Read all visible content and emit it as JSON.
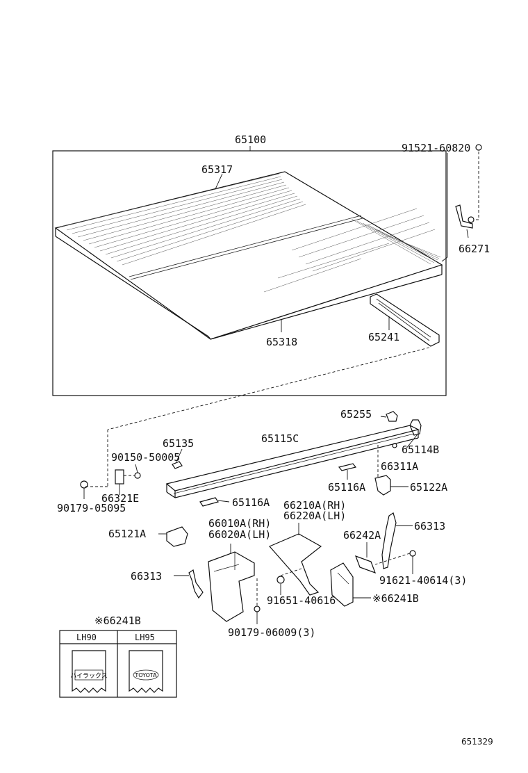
{
  "figure_code": "651329",
  "labels": {
    "l65100": "65100",
    "l91521": "91521-60820",
    "l65317": "65317",
    "l66271": "66271",
    "l65318": "65318",
    "l65241": "65241",
    "l65255": "65255",
    "l65114B": "65114B",
    "l65135": "65135",
    "l65115C": "65115C",
    "l90150": "90150-50005",
    "l66311A": "66311A",
    "l65116A_a": "65116A",
    "l65122A": "65122A",
    "l66321E": "66321E",
    "l90179_05095": "90179-05095",
    "l65116A_b": "65116A",
    "l66210A": "66210A(RH)",
    "l66220A": "66220A(LH)",
    "l66010A": "66010A(RH)",
    "l66020A": "66020A(LH)",
    "l65121A": "65121A",
    "l66313_a": "66313",
    "l66242A": "66242A",
    "l91621": "91621-40614(3)",
    "l66313_b": "66313",
    "l91651": "91651-40616",
    "l66241B": "※66241B",
    "l90179_06009": "90179-06009(3)"
  },
  "inset": {
    "title": "※66241B",
    "col1": "LH90",
    "col2": "LH95",
    "flap1_mark": "ハイラックス",
    "flap2_mark": "TOYOTA"
  }
}
